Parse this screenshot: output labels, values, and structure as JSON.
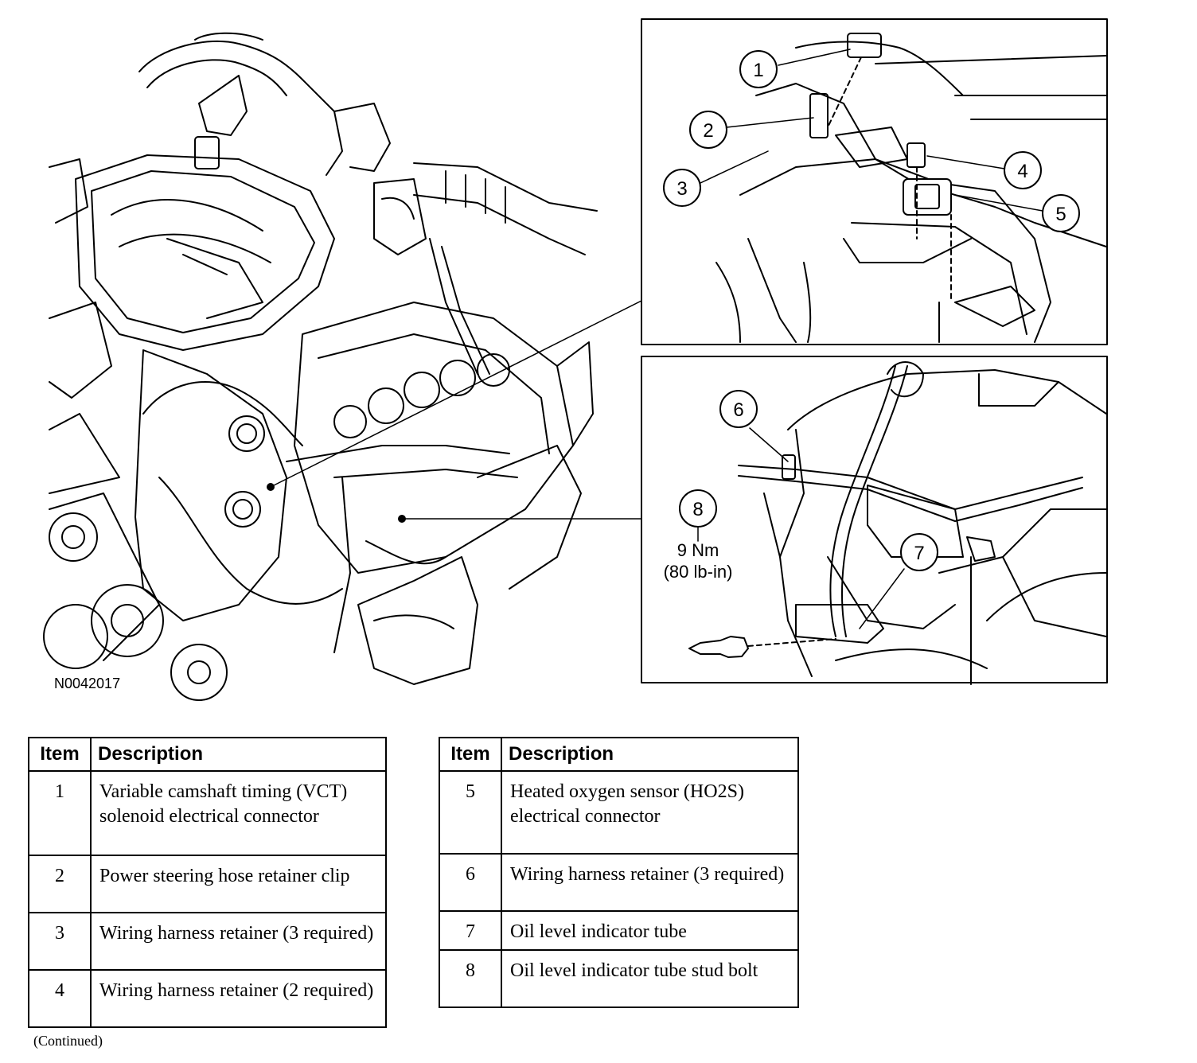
{
  "figure": {
    "code": "N0042017",
    "callouts": [
      "1",
      "2",
      "3",
      "4",
      "5",
      "6",
      "7",
      "8"
    ],
    "torque": {
      "nm": "9 Nm",
      "lbin": "(80 lb-in)"
    }
  },
  "legend_left": {
    "headers": {
      "item": "Item",
      "description": "Description"
    },
    "rows": [
      {
        "item": "1",
        "description": "Variable camshaft timing (VCT) solenoid electrical connector"
      },
      {
        "item": "2",
        "description": "Power steering hose retainer clip"
      },
      {
        "item": "3",
        "description": "Wiring harness retainer (3 required)"
      },
      {
        "item": "4",
        "description": "Wiring harness retainer (2 required)"
      }
    ]
  },
  "legend_right": {
    "headers": {
      "item": "Item",
      "description": "Description"
    },
    "rows": [
      {
        "item": "5",
        "description": "Heated oxygen sensor (HO2S) electrical connector"
      },
      {
        "item": "6",
        "description": "Wiring harness retainer (3 required)"
      },
      {
        "item": "7",
        "description": "Oil level indicator tube"
      },
      {
        "item": "8",
        "description": "Oil level indicator tube stud bolt"
      }
    ]
  },
  "footer": {
    "continued": "(Continued)"
  }
}
